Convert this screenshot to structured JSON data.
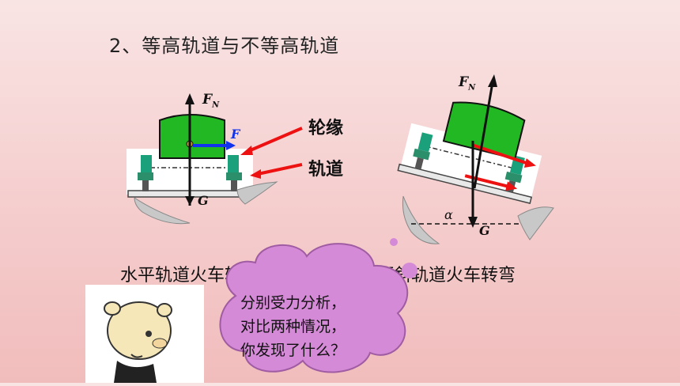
{
  "title": "2、等高轨道与不等高轨道",
  "left_diagram": {
    "force_normal": "F",
    "force_normal_sub": "N",
    "force_f": "F",
    "gravity": "G",
    "label_rim": "轮缘",
    "label_track": "轨道",
    "caption": "水平轨道火车转弯"
  },
  "right_diagram": {
    "force_normal": "F",
    "force_normal_sub": "N",
    "gravity": "G",
    "angle": "α",
    "caption": "倾斜轨道火车转弯"
  },
  "thought_bubble": {
    "lines": [
      "分别受力分析，",
      "对比两种情况，",
      "你发现了什么？"
    ]
  },
  "colors": {
    "car_green": "#22b823",
    "arrow_red": "#ee1111",
    "arrow_blue": "#1133ee",
    "bubble_fill": "#d48ad6"
  }
}
